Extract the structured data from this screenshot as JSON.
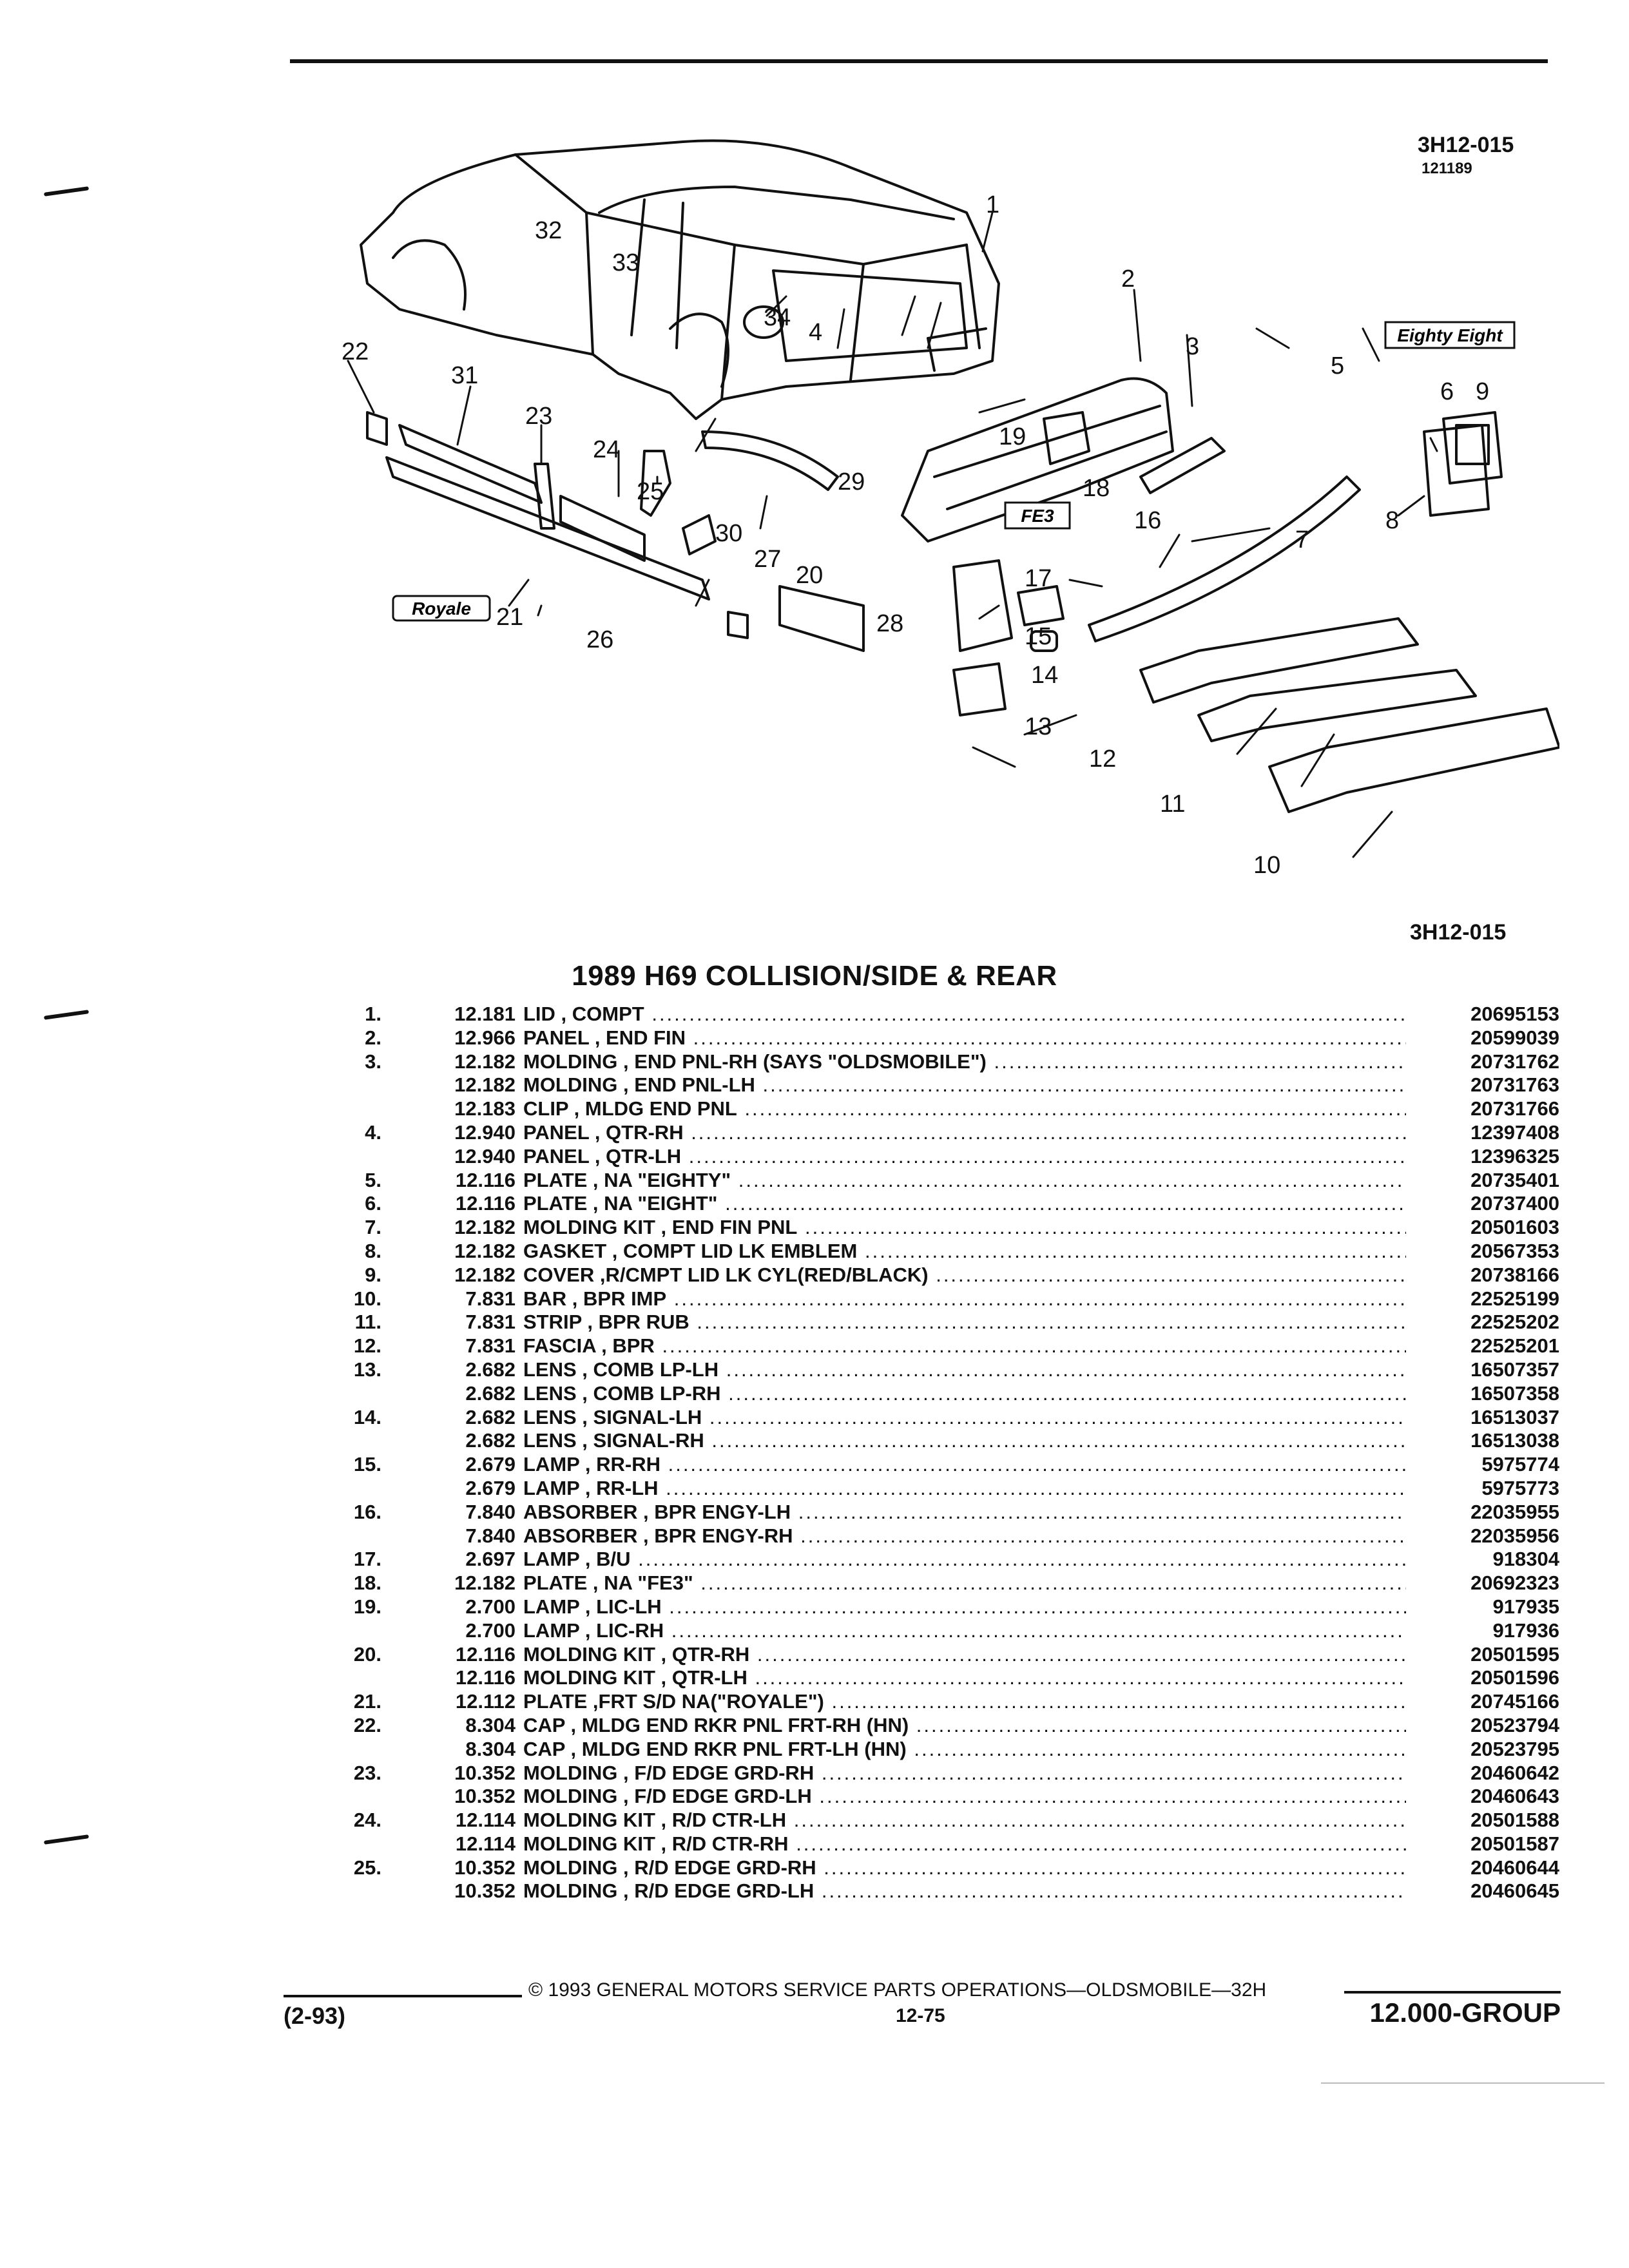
{
  "header": {
    "code_top": "3H12-015",
    "code_top_sub": "121189",
    "code_bottom": "3H12-015"
  },
  "diagram": {
    "labels": [
      "1",
      "2",
      "3",
      "4",
      "5",
      "6",
      "7",
      "8",
      "9",
      "10",
      "11",
      "12",
      "13",
      "14",
      "15",
      "16",
      "17",
      "18",
      "19",
      "20",
      "21",
      "22",
      "23",
      "24",
      "25",
      "26",
      "27",
      "28",
      "29",
      "30",
      "31",
      "32",
      "33",
      "34"
    ],
    "emblems": {
      "eighty_eight": "Eighty Eight",
      "royale": "Royale",
      "fe3": "FE3"
    }
  },
  "title": "1989 H69 COLLISION/SIDE & REAR",
  "parts": [
    {
      "item": "1.",
      "group": "12.181",
      "desc": "LID , COMPT",
      "part": "20695153"
    },
    {
      "item": "2.",
      "group": "12.966",
      "desc": "PANEL , END FIN",
      "part": "20599039"
    },
    {
      "item": "3.",
      "group": "12.182",
      "desc": "MOLDING , END PNL-RH (SAYS \"OLDSMOBILE\")",
      "part": "20731762"
    },
    {
      "item": "",
      "group": "12.182",
      "desc": "MOLDING , END PNL-LH",
      "part": "20731763"
    },
    {
      "item": "",
      "group": "12.183",
      "desc": "CLIP , MLDG END PNL",
      "part": "20731766"
    },
    {
      "item": "4.",
      "group": "12.940",
      "desc": "PANEL , QTR-RH",
      "part": "12397408"
    },
    {
      "item": "",
      "group": "12.940",
      "desc": "PANEL , QTR-LH",
      "part": "12396325"
    },
    {
      "item": "5.",
      "group": "12.116",
      "desc": "PLATE , NA \"EIGHTY\"",
      "part": "20735401"
    },
    {
      "item": "6.",
      "group": "12.116",
      "desc": "PLATE , NA \"EIGHT\"",
      "part": "20737400"
    },
    {
      "item": "7.",
      "group": "12.182",
      "desc": "MOLDING KIT , END FIN PNL",
      "part": "20501603"
    },
    {
      "item": "8.",
      "group": "12.182",
      "desc": "GASKET , COMPT LID LK EMBLEM",
      "part": "20567353"
    },
    {
      "item": "9.",
      "group": "12.182",
      "desc": "COVER ,R/CMPT LID LK CYL(RED/BLACK)",
      "part": "20738166"
    },
    {
      "item": "10.",
      "group": "7.831",
      "desc": "BAR , BPR IMP",
      "part": "22525199"
    },
    {
      "item": "11.",
      "group": "7.831",
      "desc": "STRIP , BPR RUB",
      "part": "22525202"
    },
    {
      "item": "12.",
      "group": "7.831",
      "desc": "FASCIA , BPR",
      "part": "22525201"
    },
    {
      "item": "13.",
      "group": "2.682",
      "desc": "LENS , COMB LP-LH",
      "part": "16507357"
    },
    {
      "item": "",
      "group": "2.682",
      "desc": "LENS , COMB LP-RH",
      "part": "16507358"
    },
    {
      "item": "14.",
      "group": "2.682",
      "desc": "LENS , SIGNAL-LH",
      "part": "16513037"
    },
    {
      "item": "",
      "group": "2.682",
      "desc": "LENS , SIGNAL-RH",
      "part": "16513038"
    },
    {
      "item": "15.",
      "group": "2.679",
      "desc": "LAMP , RR-RH",
      "part": "5975774"
    },
    {
      "item": "",
      "group": "2.679",
      "desc": "LAMP , RR-LH",
      "part": "5975773"
    },
    {
      "item": "16.",
      "group": "7.840",
      "desc": "ABSORBER , BPR ENGY-LH",
      "part": "22035955"
    },
    {
      "item": "",
      "group": "7.840",
      "desc": "ABSORBER , BPR ENGY-RH",
      "part": "22035956"
    },
    {
      "item": "17.",
      "group": "2.697",
      "desc": "LAMP , B/U",
      "part": "918304"
    },
    {
      "item": "18.",
      "group": "12.182",
      "desc": "PLATE , NA \"FE3\"",
      "part": "20692323"
    },
    {
      "item": "19.",
      "group": "2.700",
      "desc": "LAMP , LIC-LH",
      "part": "917935"
    },
    {
      "item": "",
      "group": "2.700",
      "desc": "LAMP , LIC-RH",
      "part": "917936"
    },
    {
      "item": "20.",
      "group": "12.116",
      "desc": "MOLDING KIT , QTR-RH",
      "part": "20501595"
    },
    {
      "item": "",
      "group": "12.116",
      "desc": "MOLDING KIT , QTR-LH",
      "part": "20501596"
    },
    {
      "item": "21.",
      "group": "12.112",
      "desc": "PLATE ,FRT S/D NA(\"ROYALE\")",
      "part": "20745166"
    },
    {
      "item": "22.",
      "group": "8.304",
      "desc": "CAP , MLDG END RKR PNL FRT-RH (HN)",
      "part": "20523794"
    },
    {
      "item": "",
      "group": "8.304",
      "desc": "CAP , MLDG END RKR PNL FRT-LH (HN)",
      "part": "20523795"
    },
    {
      "item": "23.",
      "group": "10.352",
      "desc": "MOLDING , F/D EDGE GRD-RH",
      "part": "20460642"
    },
    {
      "item": "",
      "group": "10.352",
      "desc": "MOLDING , F/D EDGE GRD-LH",
      "part": "20460643"
    },
    {
      "item": "24.",
      "group": "12.114",
      "desc": "MOLDING KIT , R/D CTR-LH",
      "part": "20501588"
    },
    {
      "item": "",
      "group": "12.114",
      "desc": "MOLDING KIT , R/D CTR-RH",
      "part": "20501587"
    },
    {
      "item": "25.",
      "group": "10.352",
      "desc": "MOLDING , R/D EDGE GRD-RH",
      "part": "20460644"
    },
    {
      "item": "",
      "group": "10.352",
      "desc": "MOLDING , R/D EDGE GRD-LH",
      "part": "20460645"
    }
  ],
  "footer": {
    "copyright": "© 1993 GENERAL MOTORS SERVICE PARTS OPERATIONS—OLDSMOBILE—32H",
    "revision": "(2-93)",
    "page": "12-75",
    "group": "12.000-GROUP"
  }
}
